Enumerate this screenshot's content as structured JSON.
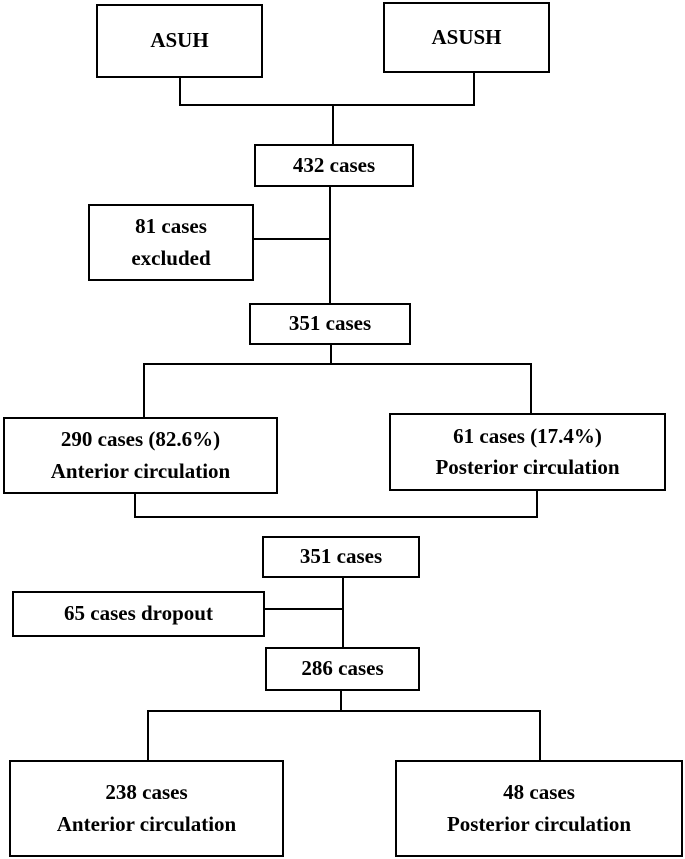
{
  "sources": {
    "left": "ASUH",
    "right": "ASUSH"
  },
  "step1": {
    "total": "432 cases",
    "excluded_line1": "81 cases",
    "excluded_line2": "excluded"
  },
  "step2": {
    "total": "351 cases"
  },
  "split1": {
    "anterior_line1": "290 cases (82.6%)",
    "anterior_line2": "Anterior circulation",
    "posterior_line1": "61 cases (17.4%)",
    "posterior_line2": "Posterior circulation"
  },
  "step3": {
    "total": "351 cases",
    "dropout": "65 cases dropout"
  },
  "step4": {
    "total": "286 cases"
  },
  "split2": {
    "anterior_line1": "238 cases",
    "anterior_line2": "Anterior circulation",
    "posterior_line1": "48 cases",
    "posterior_line2": "Posterior circulation"
  }
}
